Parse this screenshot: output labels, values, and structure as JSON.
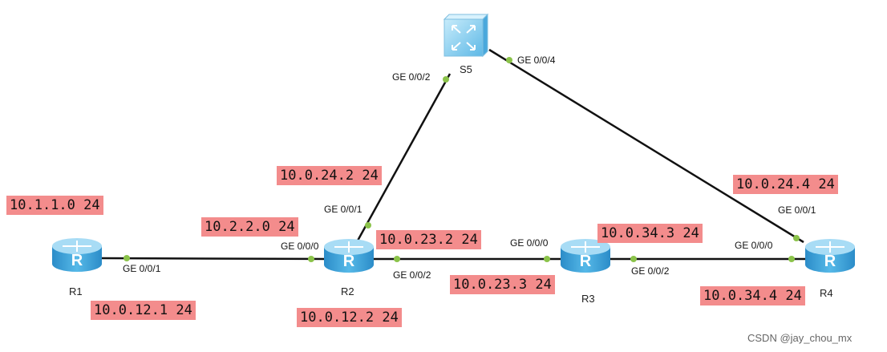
{
  "devices": {
    "r1": {
      "name": "R1"
    },
    "r2": {
      "name": "R2"
    },
    "r3": {
      "name": "R3"
    },
    "r4": {
      "name": "R4"
    },
    "s5": {
      "name": "S5"
    }
  },
  "ports": {
    "r1_ge001": "GE 0/0/1",
    "r2_ge000": "GE 0/0/0",
    "r2_ge001": "GE 0/0/1",
    "r2_ge002": "GE 0/0/2",
    "s5_ge002": "GE 0/0/2",
    "s5_ge004": "GE 0/0/4",
    "r3_ge000": "GE 0/0/0",
    "r3_ge002": "GE 0/0/2",
    "r4_ge000": "GE 0/0/0",
    "r4_ge001": "GE 0/0/1"
  },
  "ip_labels": {
    "net_10_1_1_0": "10.1.1.0 24",
    "net_10_2_2_0": "10.2.2.0 24",
    "r1_12_1": "10.0.12.1 24",
    "r2_12_2": "10.0.12.2 24",
    "r2_24_2": "10.0.24.2 24",
    "r2_23_2": "10.0.23.2 24",
    "r3_23_3": "10.0.23.3 24",
    "r3_34_3": "10.0.34.3 24",
    "r4_24_4": "10.0.24.4 24",
    "r4_34_4": "10.0.34.4 24"
  },
  "watermark": "CSDN @jay_chou_mx",
  "colors": {
    "router_body": "#3aa6de",
    "router_top": "#a8dcf5",
    "switch_body": "#7ccbf0",
    "link": "#111111",
    "port_dot": "#8bc34a",
    "label_bg": "#f38c8c"
  }
}
